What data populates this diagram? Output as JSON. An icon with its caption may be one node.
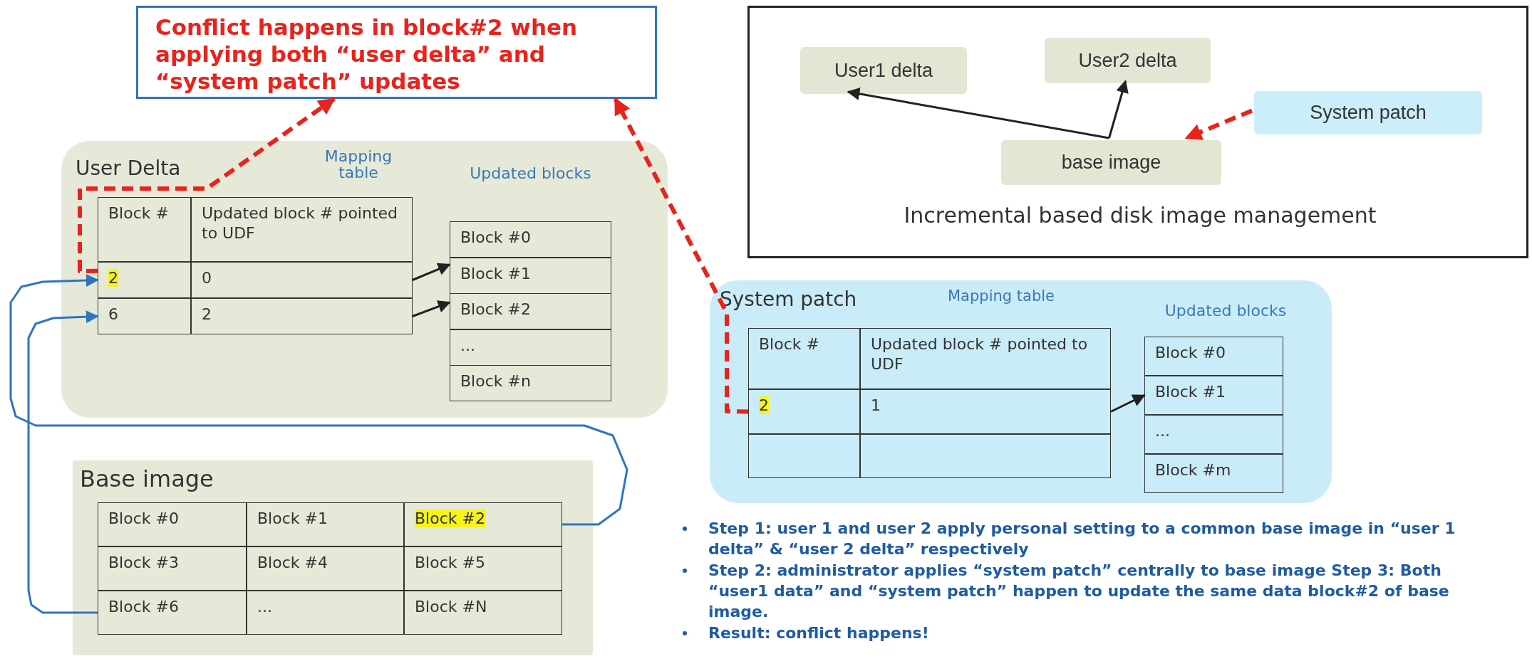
{
  "diagram": {
    "nodes": [
      {
        "text": [
          "Conflict happens in block#2 when applying both “user delta” and “system patch” updates"
        ]
      },
      {
        "text": [
          "Incremental based disk image management"
        ]
      },
      {
        "text": [
          "User1 delta"
        ],
        "in": 1
      },
      {
        "text": [
          "User2 delta"
        ],
        "in": 1
      },
      {
        "text": [
          "System patch"
        ],
        "in": 1
      },
      {
        "text": [
          "base image"
        ],
        "in": 1
      },
      {
        "text": [
          "User Delta"
        ]
      },
      {
        "text": [
          "Mapping table"
        ],
        "in": 6
      },
      {
        "text": [
          "Block #"
        ],
        "in": 7
      },
      {
        "text": [
          "Updated block # pointed to UDF"
        ],
        "in": 7
      },
      {
        "text": [
          "2"
        ],
        "in": 7
      },
      {
        "text": [
          "0"
        ],
        "in": 7
      },
      {
        "text": [
          "6"
        ],
        "in": 7
      },
      {
        "text": [
          "2"
        ],
        "in": 7
      },
      {
        "text": [
          "Updated blocks"
        ],
        "in": 6
      },
      {
        "text": [
          "Block #0"
        ],
        "in": 14
      },
      {
        "text": [
          "Block #1"
        ],
        "in": 14
      },
      {
        "text": [
          "Block #2"
        ],
        "in": 14
      },
      {
        "text": [
          "..."
        ],
        "in": 14
      },
      {
        "text": [
          "Block #n"
        ],
        "in": 14
      },
      {
        "text": [
          "Base image"
        ]
      },
      {
        "text": [
          "Block #0"
        ],
        "in": 20
      },
      {
        "text": [
          "Block #1"
        ],
        "in": 20
      },
      {
        "text": [
          "Block #2"
        ],
        "in": 20
      },
      {
        "text": [
          "Block #3"
        ],
        "in": 20
      },
      {
        "text": [
          "Block #4"
        ],
        "in": 20
      },
      {
        "text": [
          "Block #5"
        ],
        "in": 20
      },
      {
        "text": [
          "Block #6"
        ],
        "in": 20
      },
      {
        "text": [
          "..."
        ],
        "in": 20
      },
      {
        "text": [
          "Block #N"
        ],
        "in": 20
      },
      {
        "text": [
          "System patch"
        ]
      },
      {
        "text": [
          "Mapping table"
        ],
        "in": 30
      },
      {
        "text": [
          "Block #"
        ],
        "in": 31
      },
      {
        "text": [
          "Updated block # pointed to UDF"
        ],
        "in": 31
      },
      {
        "text": [
          "2"
        ],
        "in": 31
      },
      {
        "text": [
          "1"
        ],
        "in": 31
      },
      {
        "text": [],
        "shape": "box",
        "in": 31
      },
      {
        "text": [],
        "shape": "box",
        "in": 31
      },
      {
        "text": [
          "Updated blocks"
        ],
        "in": 30
      },
      {
        "text": [
          "Block #0"
        ],
        "in": 38
      },
      {
        "text": [
          "Block #1"
        ],
        "in": 38
      },
      {
        "text": [
          "..."
        ],
        "in": 38
      },
      {
        "text": [
          "Block #m"
        ],
        "in": 38
      }
    ],
    "edges": [
      {
        "from": 5,
        "to": 2,
        "arrow": "to"
      },
      {
        "from": 5,
        "to": 3,
        "arrow": "to"
      },
      {
        "from": 4,
        "to": 5,
        "arrow": "to",
        "style": "dashed",
        "color": "#e8231c"
      },
      {
        "from": 10,
        "to": 0,
        "arrow": "to",
        "style": "dashed",
        "color": "#e8231c"
      },
      {
        "from": 34,
        "to": 0,
        "arrow": "to",
        "style": "dashed",
        "color": "#e8231c"
      },
      {
        "from": 11,
        "to": 16,
        "arrow": "to"
      },
      {
        "from": 13,
        "to": 17,
        "arrow": "to"
      },
      {
        "from": 23,
        "to": 10,
        "arrow": "to",
        "color": "#2e75c0"
      },
      {
        "from": 27,
        "to": 12,
        "arrow": "to",
        "color": "#2e75c0"
      },
      {
        "from": 35,
        "to": 40,
        "arrow": "to"
      }
    ],
    "labels": [
      "Step 1: user 1 and user 2 apply personal setting to a common base image in “user 1 delta” & “user 2 delta” respectively",
      "Step 2: administrator applies “system patch” centrally to base image Step 3: Both “user1 data” and “system patch” happen to update the same data block#2 of base image.",
      "Result: conflict happens!"
    ]
  }
}
